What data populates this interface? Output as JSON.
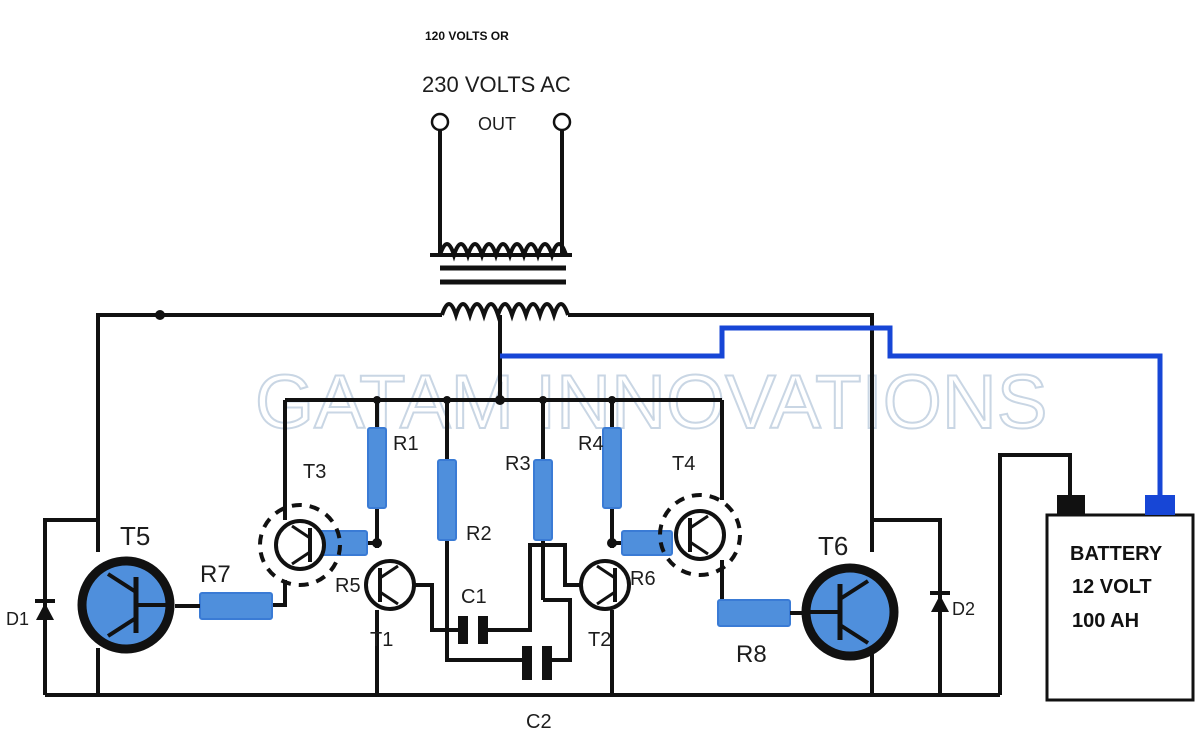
{
  "output": {
    "line1": "120 VOLTS OR",
    "line2": "230 VOLTS AC",
    "line3": "OUT"
  },
  "watermark": "GATAM INNOVATIONS",
  "battery": {
    "line1": "BATTERY",
    "line2": "12 VOLT",
    "line3": "100 AH"
  },
  "labels": {
    "T1": "T1",
    "T2": "T2",
    "T3": "T3",
    "T4": "T4",
    "T5": "T5",
    "T6": "T6",
    "R1": "R1",
    "R2": "R2",
    "R3": "R3",
    "R4": "R4",
    "R5": "R5",
    "R6": "R6",
    "R7": "R7",
    "R8": "R8",
    "C1": "C1",
    "C2": "C2",
    "D1": "D1",
    "D2": "D2"
  },
  "colors": {
    "wire": "#111111",
    "component_fill": "#4f8fdc",
    "component_stroke": "#3a7bd5",
    "positive_wire": "#1746d6",
    "transistor_ring": "#111111"
  }
}
